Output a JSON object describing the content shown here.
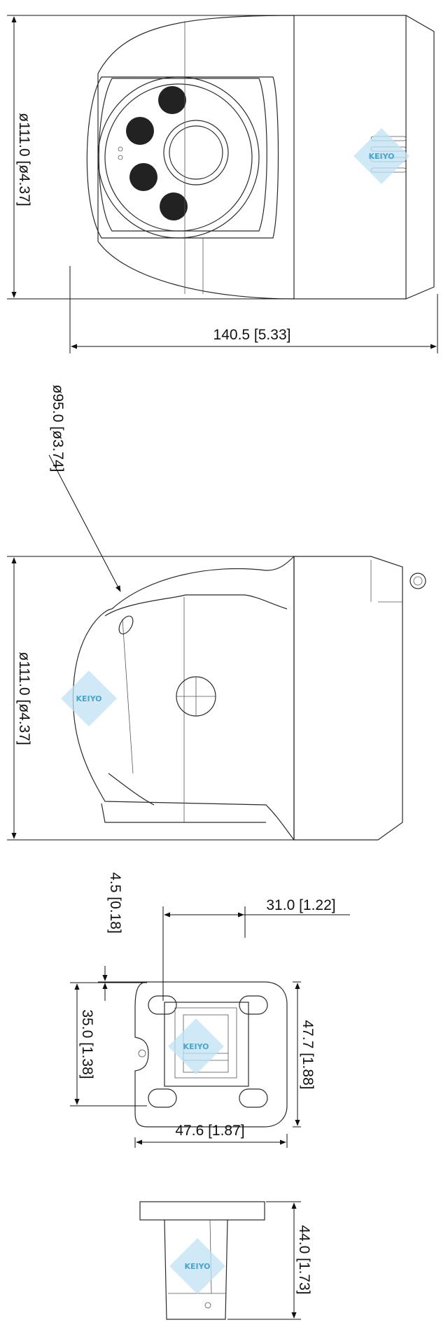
{
  "dimensions": {
    "front_height": "ø111.0 [ø4.37]",
    "total_length": "140.5 [5.33]",
    "inner_diameter": "ø95.0 [ø3.74]",
    "side_height": "ø111.0 [ø4.37]",
    "offset_top": "4.5 [0.18]",
    "hole_spacing_x": "31.0 [1.22]",
    "hole_spacing_y": "35.0 [1.38]",
    "base_height": "47.7 [1.88]",
    "base_width": "47.6 [1.87]",
    "mount_height": "44.0 [1.73]"
  },
  "watermark": {
    "text": "KEIYO",
    "color": "#bfe3f3"
  }
}
